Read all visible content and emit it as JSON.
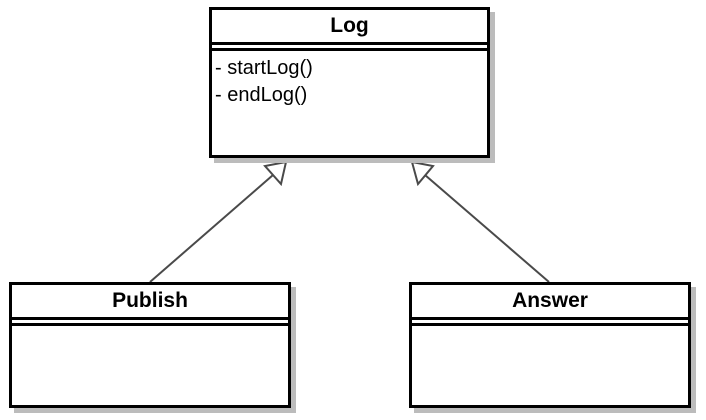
{
  "diagram": {
    "type": "uml-class-diagram",
    "colors": {
      "stroke": "#000000",
      "connector": "#4a4a4a",
      "shadow": "#bcbcbc",
      "fill": "#ffffff"
    },
    "classes": {
      "log": {
        "name": "Log",
        "operations": [
          "- startLog()",
          "- endLog()"
        ]
      },
      "publish": {
        "name": "Publish",
        "operations": []
      },
      "answer": {
        "name": "Answer",
        "operations": []
      }
    },
    "relations": [
      {
        "type": "generalization",
        "from": "Publish",
        "to": "Log"
      },
      {
        "type": "generalization",
        "from": "Answer",
        "to": "Log"
      }
    ]
  }
}
